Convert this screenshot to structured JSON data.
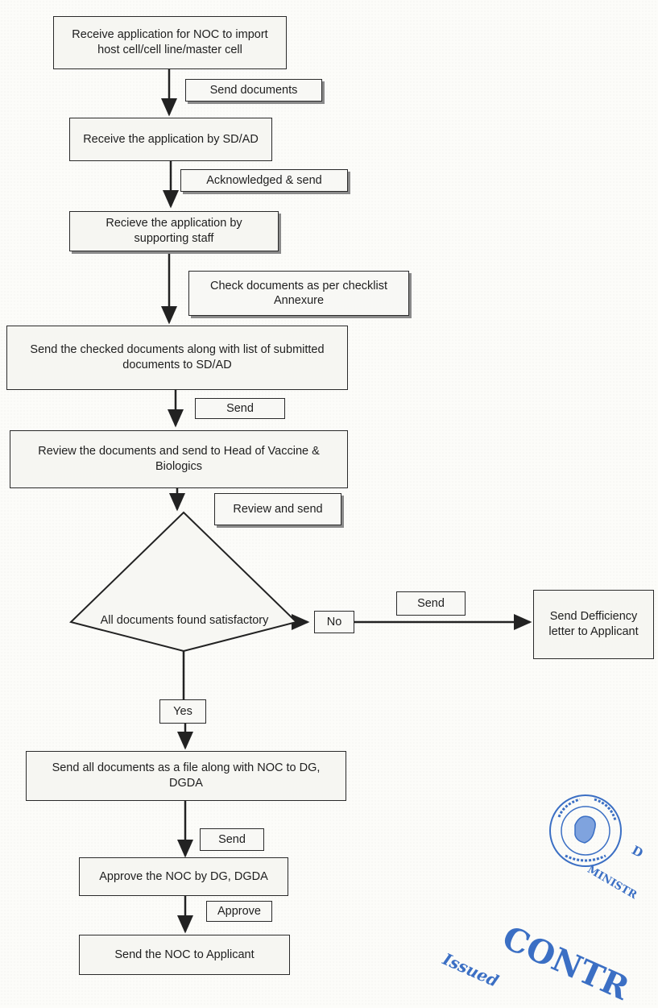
{
  "nodes": {
    "receive_application": "Receive application for NOC to import\nhost cell/cell line/master cell",
    "receive_by_sd_ad": "Receive the application by SD/AD",
    "receive_by_staff": "Recieve the application by\nsupporting staff",
    "send_checked": "Send the checked documents along with list of submitted\ndocuments to SD/AD",
    "review_documents": "Review the documents and send to Head of Vaccine &\nBiologics",
    "decision": "All documents found satisfactory",
    "deficiency_letter": "Send Defficiency\nletter to Applicant",
    "send_to_dg": "Send all documents as a file along with NOC to DG,\nDGDA",
    "approve_noc": "Approve the NOC by DG, DGDA",
    "send_noc": "Send the NOC to Applicant"
  },
  "edges": {
    "send_documents": "Send documents",
    "acknowledged_send": "Acknowledged & send",
    "check_documents": "Check documents as per checklist\nAnnexure",
    "send_1": "Send",
    "review_and_send": "Review and send",
    "send_no_branch": "Send",
    "no": "No",
    "yes": "Yes",
    "send_2": "Send",
    "approve": "Approve"
  },
  "stamp": {
    "line1": "D",
    "line2": "MINISTR",
    "line3": "CONTR",
    "line4": "Issued",
    "color": "#3b6fc4"
  }
}
